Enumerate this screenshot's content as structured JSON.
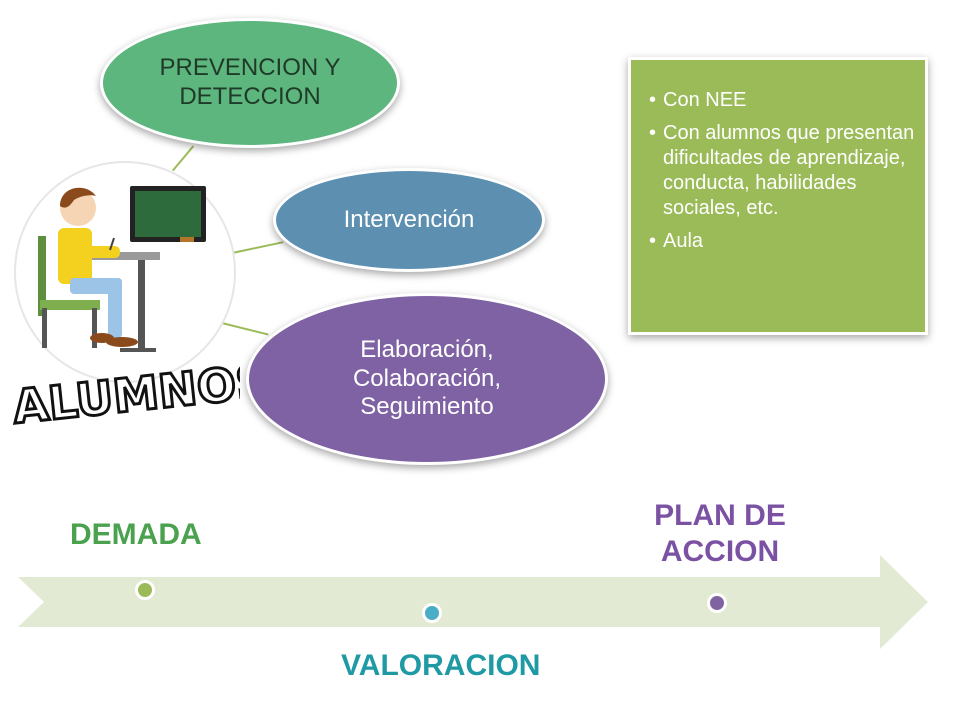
{
  "colors": {
    "green_ellipse": "#5db67d",
    "blue_ellipse": "#5d8fb1",
    "purple_ellipse": "#7f62a3",
    "note_green": "#9bbb59",
    "arrow_fill": "#e2ead3",
    "demada_green": "#4aa24f",
    "valoracion_teal": "#1f9aa5",
    "plan_purple": "#7b52a3"
  },
  "diagram": {
    "center_label": "ALUMNOS",
    "center_icon": "student-at-desk-icon",
    "nodes": [
      {
        "label": "PREVENCION Y\nDETECCION"
      },
      {
        "label": "Intervención"
      },
      {
        "label": "Elaboración,\nColaboración,\nSeguimiento"
      }
    ]
  },
  "note": {
    "items": [
      "Con NEE",
      "Con alumnos que presentan dificultades de aprendizaje, conducta, habilidades sociales, etc.",
      "Aula"
    ]
  },
  "timeline": {
    "stages": [
      {
        "label": "DEMADA"
      },
      {
        "label": "VALORACION"
      },
      {
        "label": "PLAN DE\nACCION"
      }
    ]
  }
}
